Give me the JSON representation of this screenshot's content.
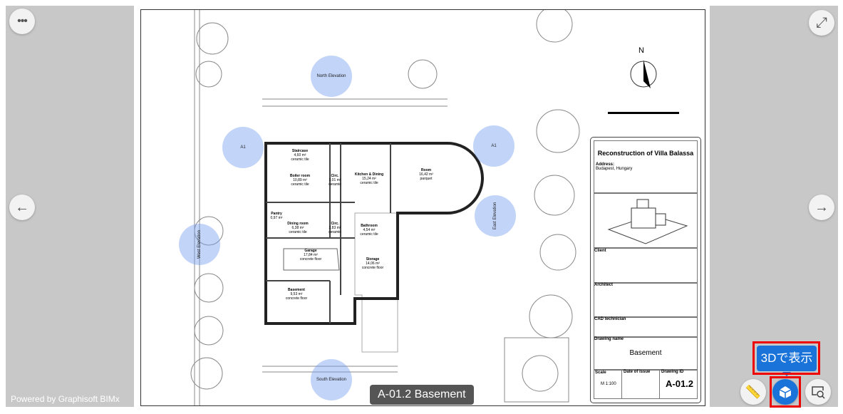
{
  "app": {
    "powered_by": "Powered by Graphisoft BIMx",
    "caption": "A-01.2 Basement",
    "tooltip": "3Dで表示"
  },
  "buttons": {
    "more": "more-icon",
    "fullscreen": "expand-icon",
    "prev": "arrow-left-icon",
    "next": "arrow-right-icon",
    "measure": "ruler-icon",
    "view3d": "cube-icon",
    "zoom": "zoom-region-icon"
  },
  "colors": {
    "accent": "#1a73d9",
    "highlight": "#e00000",
    "panel": "#c8c8c8"
  },
  "title_block": {
    "project": "Reconstruction of Villa Balassa",
    "address_label": "Address:",
    "address": "Budapest, Hungary",
    "client_label": "Client",
    "architect_label": "Architect",
    "cad_label": "CAD technician",
    "drawing_name_label": "Drawing name",
    "drawing_name": "Basement",
    "scale_label": "Scale",
    "scale": "M 1:100",
    "date_label": "Date of issue",
    "id_label": "Drawing ID",
    "drawing_id": "A-01.2"
  },
  "elevations": {
    "north": "North Elevation",
    "south": "South Elevation",
    "east": "East Elevation",
    "west": "West Elevation",
    "a1": "A1"
  },
  "north": "N",
  "rooms": [
    {
      "name": "Staircase",
      "area": "4,60 m²",
      "finish": "ceramic tile"
    },
    {
      "name": "Boiler room",
      "area": "10,89 m²",
      "finish": "ceramic tile"
    },
    {
      "name": "Circ.",
      "area": "3,01 m²",
      "finish": "ceramic"
    },
    {
      "name": "Kitchen & Dining",
      "area": "15,24 m²",
      "finish": "ceramic tile"
    },
    {
      "name": "Room",
      "area": "16,42 m²",
      "finish": "parquet"
    },
    {
      "name": "Pantry",
      "area": "0,97 m²",
      "finish": ""
    },
    {
      "name": "Dining room",
      "area": "6,38 m²",
      "finish": "ceramic tile"
    },
    {
      "name": "Circ.",
      "area": "2,83 m²",
      "finish": "ceramic"
    },
    {
      "name": "Bathroom",
      "area": "4,54 m²",
      "finish": "ceramic tile"
    },
    {
      "name": "Garage",
      "area": "17,84 m²",
      "finish": "concrete floor"
    },
    {
      "name": "Storage",
      "area": "14,06 m²",
      "finish": "concrete floor"
    },
    {
      "name": "Basement",
      "area": "9,53 m²",
      "finish": "concrete floor"
    }
  ]
}
